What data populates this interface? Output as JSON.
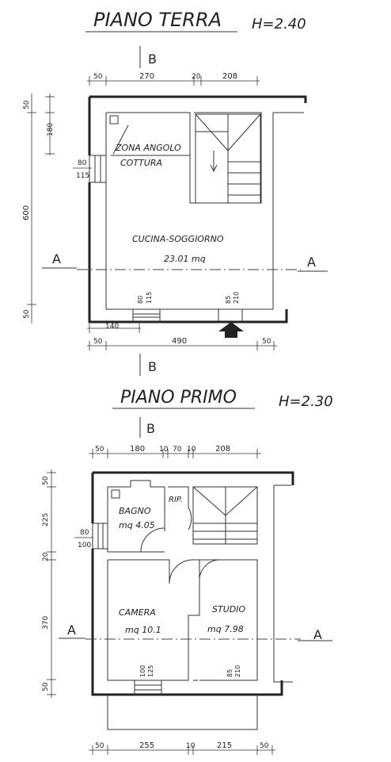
{
  "ground_floor": {
    "title": "PIANO TERRA",
    "height": "H=2.40",
    "section_b": "B",
    "section_a": "A",
    "dims_top": [
      "50",
      "270",
      "20",
      "208"
    ],
    "dims_left": [
      "50",
      "180",
      "600",
      "50"
    ],
    "window_side": [
      "80",
      "115"
    ],
    "window_bottom": [
      "80",
      "115"
    ],
    "door_bottom": [
      "85",
      "210"
    ],
    "dims_bottom": [
      "140",
      "50",
      "490",
      "50"
    ],
    "zone": [
      "ZONA ANGOLO",
      "COTTURA"
    ],
    "room_name": "CUCINA-SOGGIORNO",
    "room_area": "23.01 mq"
  },
  "first_floor": {
    "title": "PIANO PRIMO",
    "height": "H=2.30",
    "section_b": "B",
    "section_a": "A",
    "dims_top": [
      "50",
      "180",
      "10",
      "70",
      "10",
      "208"
    ],
    "dims_left": [
      "50",
      "225",
      "20",
      "370",
      "50"
    ],
    "window_side": [
      "80",
      "100"
    ],
    "rooms": {
      "bagno": {
        "name": "BAGNO",
        "area": "mq 4.05"
      },
      "rip": {
        "name": "RIP."
      },
      "camera": {
        "name": "CAMERA",
        "area": "mq 10.1"
      },
      "studio": {
        "name": "STUDIO",
        "area": "mq 7.98"
      }
    },
    "window_bottom": [
      "100",
      "125"
    ],
    "door_bottom": [
      "85",
      "210"
    ],
    "dims_bottom": [
      "50",
      "255",
      "10",
      "215",
      "50"
    ]
  }
}
